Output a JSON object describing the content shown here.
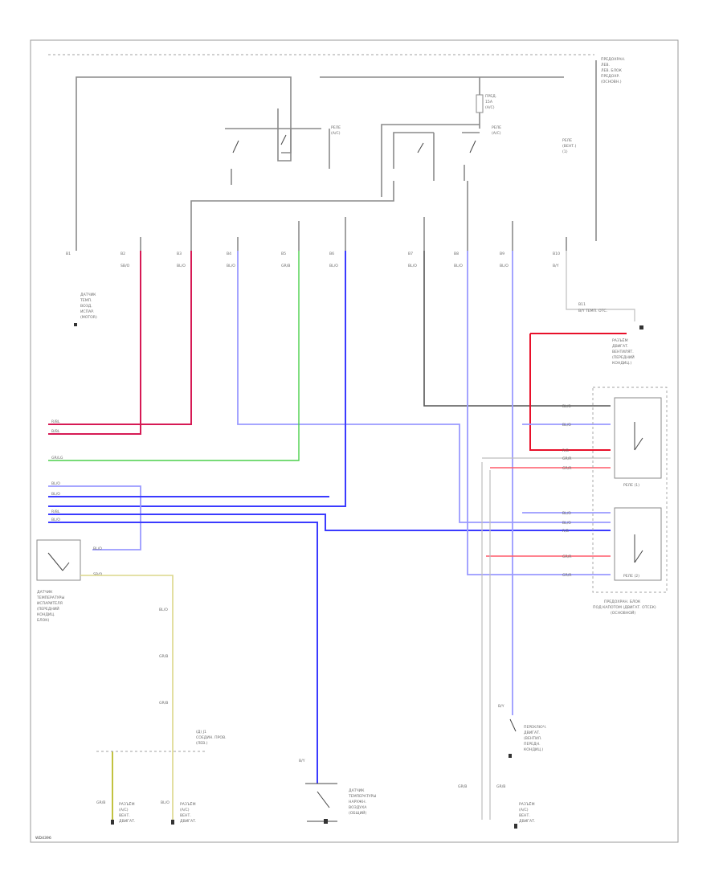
{
  "labels": {
    "top_right_note": [
      "ПРЕДОХРАН.",
      "ЛЕВ.",
      "ЛЕВ. БЛОК",
      "ПРЕДОХР.",
      "(ОСНОВН.)"
    ],
    "fuse": [
      "ПРЕД.",
      "15А",
      "(A/C)"
    ],
    "relay_a": [
      "РЕЛЕ",
      "(A/C)"
    ],
    "relay_b": [
      "РЕЛЕ",
      "(A/C)"
    ],
    "relay_c": [
      "РЕЛЕ",
      "(ВЕНТ.)",
      "(1)"
    ],
    "connector_row": [
      "B1",
      "B2",
      "B3",
      "B4",
      "B5",
      "B6",
      "B7",
      "B8",
      "B9",
      "B10",
      "B11"
    ],
    "wire_codes_top": [
      "SB/O",
      "BL/O",
      "BL/O",
      "GR/B",
      "BL/O",
      "BL/O",
      "BL/O",
      "BL/O",
      "B/Y"
    ],
    "left_note": [
      "ДАТЧИК",
      "ТЕМП.",
      "ВОЗД.",
      "ИСПАР.",
      "(MOTOR)"
    ],
    "left_wires": [
      "R/BL",
      "B/BL",
      "GR/LG",
      "BL/O",
      "BL/O",
      "R/BL",
      "BL/O"
    ],
    "left_sensor_wires": [
      "BL/O",
      "SB/O"
    ],
    "left_sensor": [
      "ДАТЧИК",
      "ТЕМПЕРАТУРЫ",
      "ИСПАРИТЕЛЯ",
      "(ПЕРЕДНИЙ",
      "КОНДИЦ.",
      "БЛОК)"
    ],
    "right_conn_note": [
      "РАЗЪЁМ",
      "ДВИГАТ.",
      "ВЕНТИЛЯТ.",
      "(ПЕРЕДНИЙ",
      "КОНДИЦ.)"
    ],
    "right_conn_label": "B/Y   ТЕМП. ОТС.",
    "relay_group_wires": [
      "BL/O",
      "BL/O",
      "R/B",
      "GR/R",
      "GR/R",
      "BL/O",
      "BL/O",
      "R/B",
      "GR/R",
      "GR/R"
    ],
    "relay_labels": [
      "РЕЛЕ (1)",
      "РЕЛЕ (2)"
    ],
    "relay_block_note": [
      "ПРЕДОХРАН. БЛОК",
      "ПОД КАПОТОМ (ДВИГАТ. ОТСЕК)",
      "(ОСНОВНОЙ)"
    ],
    "switch_right": [
      "ПЕРЕКЛЮЧ.",
      "ДВИГАТ.",
      "(ВЕНТИЛ.",
      "ПЕРЕДН.",
      "КОНДИЦ.)"
    ],
    "center_switch": [
      "ДАТЧИК",
      "ТЕМПЕРАТУРЫ",
      "НАРУЖН.",
      "ВОЗДУХА",
      "(ОБЩИЙ)"
    ],
    "bottom_left_conn": [
      "РАЗЪЁМ",
      "(A/C)",
      "ВЕНТ.",
      "ДВИГАТ."
    ],
    "bottom_mid_conn": [
      "РАЗЪЁМ",
      "(A/C)",
      "ВЕНТ.",
      "ДВИГАТ."
    ],
    "bottom_right_conn": [
      "РАЗЪЁМ",
      "(A/C)",
      "ВЕНТ.",
      "ДВИГАТ."
    ],
    "splice": [
      "(Д) J1",
      "СОЕДИН. ПРОВ.",
      "(ЛЕВ.)"
    ],
    "vertical_wire_codes": [
      "BL/O",
      "GR/B",
      "GR/B",
      "GR/B",
      "B/Y",
      "B/Y",
      "BL/O",
      "GR/B",
      "GR/B"
    ],
    "footer_code": "WD4396"
  },
  "colors": {
    "red": "#e8102a",
    "blue": "#3b3bff",
    "green": "#4ccf4c",
    "yellow": "#dcd78a",
    "gray": "#8a8a8a"
  }
}
